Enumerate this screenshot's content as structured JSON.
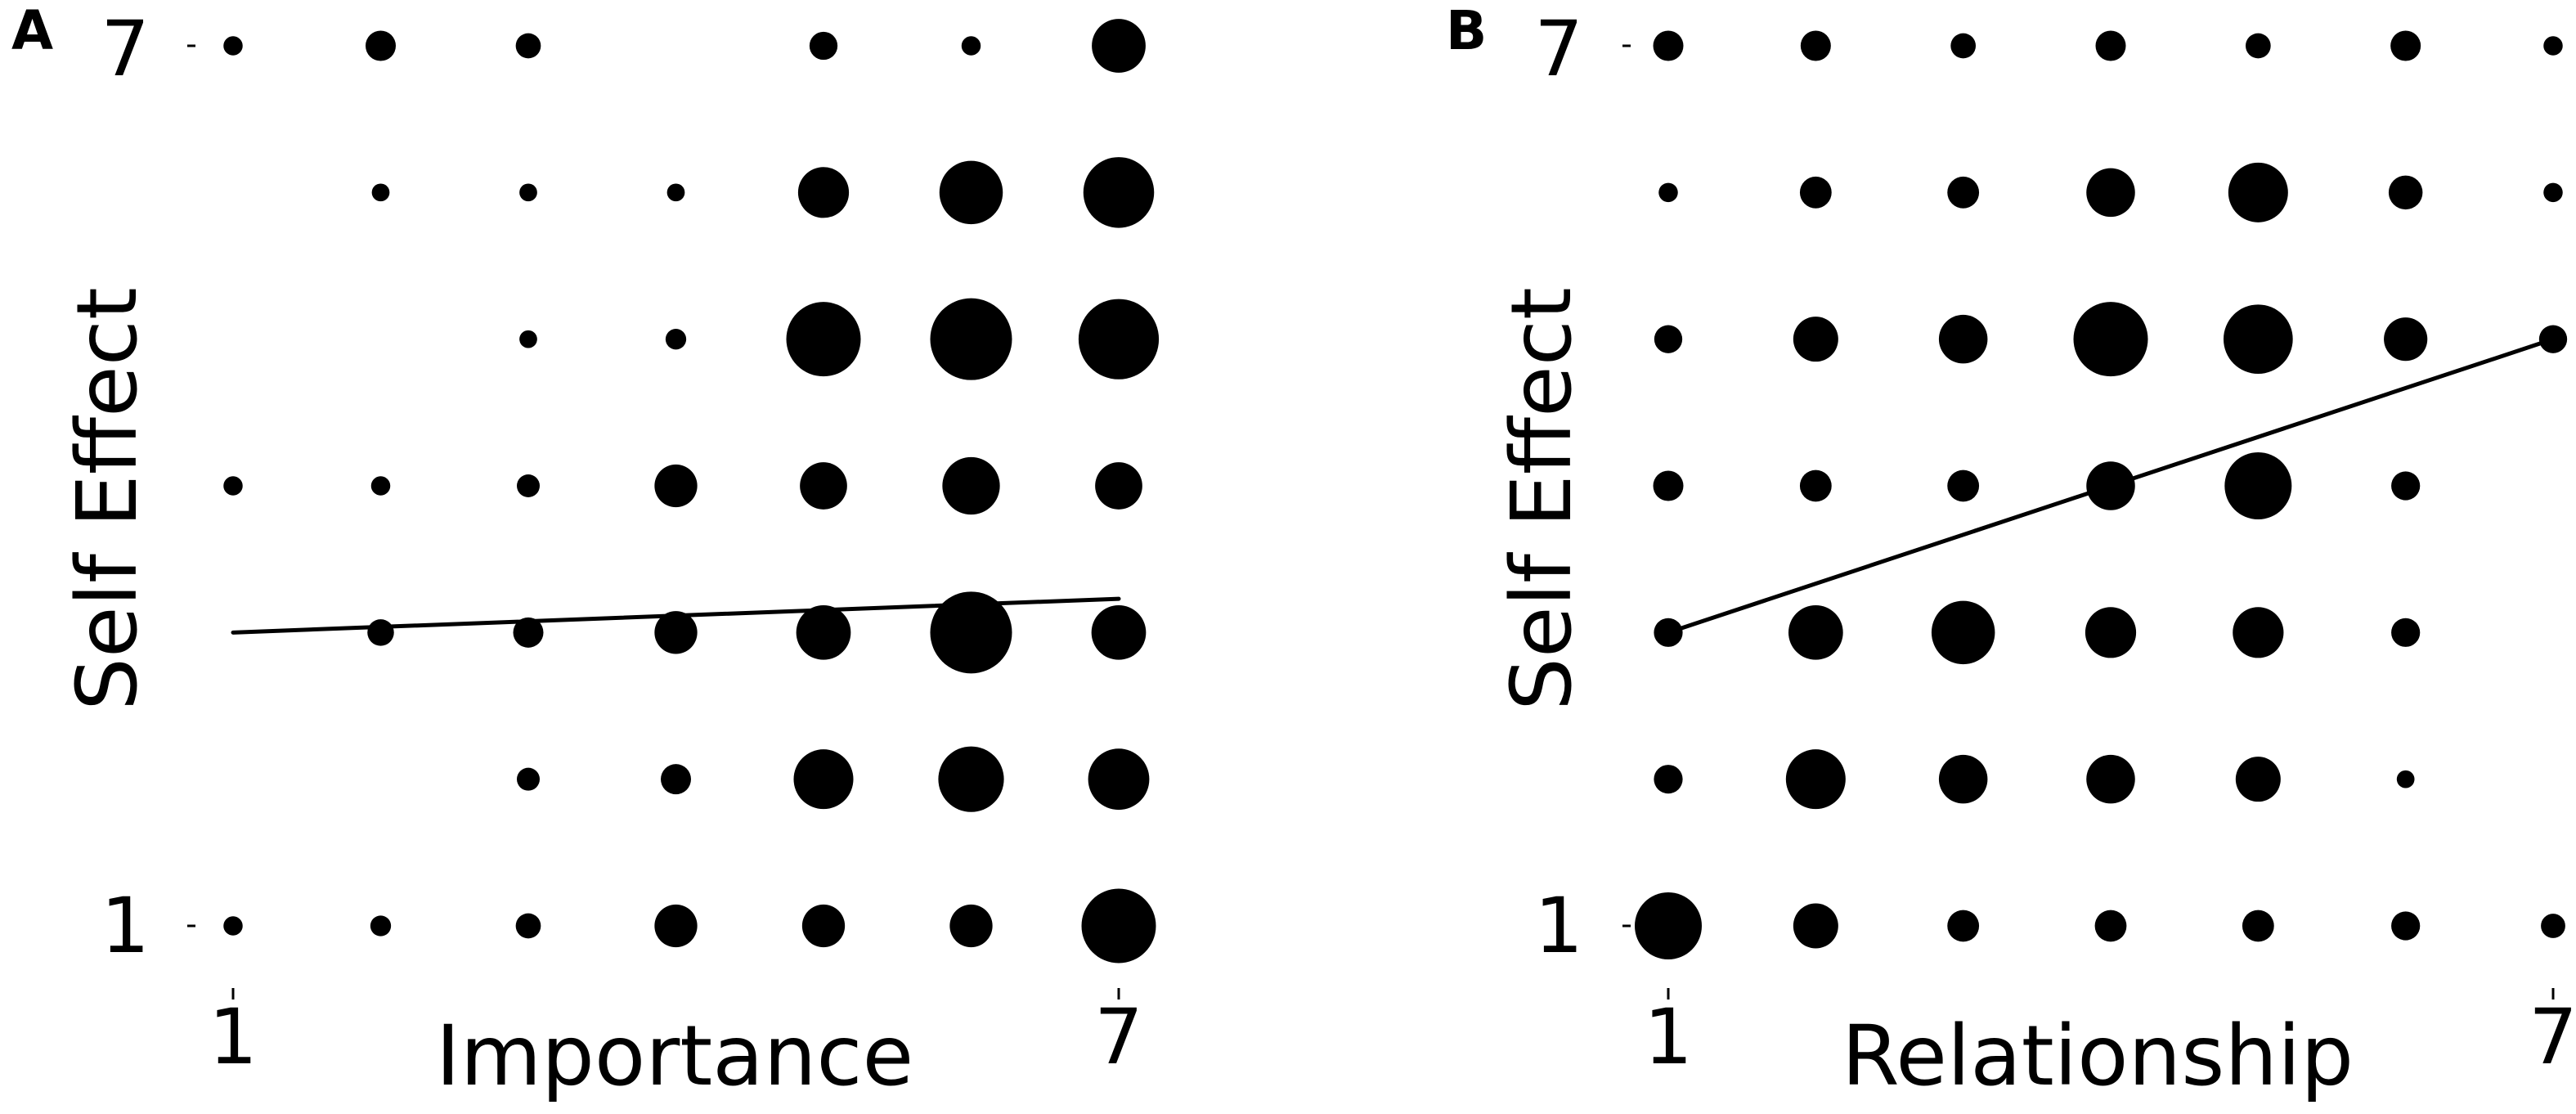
{
  "colors": {
    "marks": "#000000",
    "background": "#ffffff"
  },
  "chart_data": [
    {
      "type": "scatter",
      "panel": "A",
      "xlabel": "Importance",
      "ylabel": "Self Effect",
      "xlim": [
        1,
        7
      ],
      "ylim": [
        1,
        7
      ],
      "x_ticks": [
        "1",
        "7"
      ],
      "y_ticks": [
        "1",
        "7"
      ],
      "grid": false,
      "encoding": "bubble area proportional to count of responses at each rating pair (relative size 0–1)",
      "points": [
        {
          "x": 1,
          "y": 7,
          "size": 0.15
        },
        {
          "x": 2,
          "y": 7,
          "size": 0.3
        },
        {
          "x": 3,
          "y": 7,
          "size": 0.23
        },
        {
          "x": 5,
          "y": 7,
          "size": 0.27
        },
        {
          "x": 6,
          "y": 7,
          "size": 0.15
        },
        {
          "x": 7,
          "y": 7,
          "size": 0.62
        },
        {
          "x": 2,
          "y": 6,
          "size": 0.13
        },
        {
          "x": 3,
          "y": 6,
          "size": 0.13
        },
        {
          "x": 4,
          "y": 6,
          "size": 0.13
        },
        {
          "x": 5,
          "y": 6,
          "size": 0.58
        },
        {
          "x": 6,
          "y": 6,
          "size": 0.75
        },
        {
          "x": 7,
          "y": 6,
          "size": 0.85
        },
        {
          "x": 3,
          "y": 5,
          "size": 0.13
        },
        {
          "x": 4,
          "y": 5,
          "size": 0.17
        },
        {
          "x": 5,
          "y": 5,
          "size": 0.9
        },
        {
          "x": 6,
          "y": 5,
          "size": 1.0
        },
        {
          "x": 7,
          "y": 5,
          "size": 0.98
        },
        {
          "x": 1,
          "y": 4,
          "size": 0.15
        },
        {
          "x": 2,
          "y": 4,
          "size": 0.15
        },
        {
          "x": 3,
          "y": 4,
          "size": 0.2
        },
        {
          "x": 4,
          "y": 4,
          "size": 0.47
        },
        {
          "x": 5,
          "y": 4,
          "size": 0.53
        },
        {
          "x": 6,
          "y": 4,
          "size": 0.67
        },
        {
          "x": 7,
          "y": 4,
          "size": 0.53
        },
        {
          "x": 2,
          "y": 3,
          "size": 0.25
        },
        {
          "x": 3,
          "y": 3,
          "size": 0.3
        },
        {
          "x": 4,
          "y": 3,
          "size": 0.47
        },
        {
          "x": 5,
          "y": 3,
          "size": 0.63
        },
        {
          "x": 6,
          "y": 3,
          "size": 1.0
        },
        {
          "x": 7,
          "y": 3,
          "size": 0.63
        },
        {
          "x": 3,
          "y": 2,
          "size": 0.2
        },
        {
          "x": 4,
          "y": 2,
          "size": 0.3
        },
        {
          "x": 5,
          "y": 2,
          "size": 0.7
        },
        {
          "x": 6,
          "y": 2,
          "size": 0.78
        },
        {
          "x": 7,
          "y": 2,
          "size": 0.72
        },
        {
          "x": 1,
          "y": 1,
          "size": 0.15
        },
        {
          "x": 2,
          "y": 1,
          "size": 0.17
        },
        {
          "x": 3,
          "y": 1,
          "size": 0.23
        },
        {
          "x": 4,
          "y": 1,
          "size": 0.47
        },
        {
          "x": 5,
          "y": 1,
          "size": 0.47
        },
        {
          "x": 6,
          "y": 1,
          "size": 0.47
        },
        {
          "x": 7,
          "y": 1,
          "size": 0.9
        }
      ],
      "fit_line": {
        "x": [
          1,
          7
        ],
        "y": [
          3.0,
          3.23
        ]
      }
    },
    {
      "type": "scatter",
      "panel": "B",
      "xlabel": "Relationship",
      "ylabel": "Self Effect",
      "xlim": [
        1,
        7
      ],
      "ylim": [
        1,
        7
      ],
      "x_ticks": [
        "1",
        "7"
      ],
      "y_ticks": [
        "1",
        "7"
      ],
      "grid": false,
      "encoding": "bubble area proportional to count of responses at each rating pair (relative size 0–1)",
      "points": [
        {
          "x": 1,
          "y": 7,
          "size": 0.3
        },
        {
          "x": 2,
          "y": 7,
          "size": 0.3
        },
        {
          "x": 3,
          "y": 7,
          "size": 0.23
        },
        {
          "x": 4,
          "y": 7,
          "size": 0.3
        },
        {
          "x": 5,
          "y": 7,
          "size": 0.23
        },
        {
          "x": 6,
          "y": 7,
          "size": 0.3
        },
        {
          "x": 7,
          "y": 7,
          "size": 0.15
        },
        {
          "x": 1,
          "y": 6,
          "size": 0.15
        },
        {
          "x": 2,
          "y": 6,
          "size": 0.32
        },
        {
          "x": 3,
          "y": 6,
          "size": 0.32
        },
        {
          "x": 4,
          "y": 6,
          "size": 0.55
        },
        {
          "x": 5,
          "y": 6,
          "size": 0.7
        },
        {
          "x": 6,
          "y": 6,
          "size": 0.35
        },
        {
          "x": 7,
          "y": 6,
          "size": 0.15
        },
        {
          "x": 1,
          "y": 5,
          "size": 0.27
        },
        {
          "x": 2,
          "y": 5,
          "size": 0.5
        },
        {
          "x": 3,
          "y": 5,
          "size": 0.55
        },
        {
          "x": 4,
          "y": 5,
          "size": 0.9
        },
        {
          "x": 5,
          "y": 5,
          "size": 0.83
        },
        {
          "x": 6,
          "y": 5,
          "size": 0.48
        },
        {
          "x": 7,
          "y": 5,
          "size": 0.27
        },
        {
          "x": 1,
          "y": 4,
          "size": 0.3
        },
        {
          "x": 2,
          "y": 4,
          "size": 0.32
        },
        {
          "x": 3,
          "y": 4,
          "size": 0.32
        },
        {
          "x": 4,
          "y": 4,
          "size": 0.55
        },
        {
          "x": 5,
          "y": 4,
          "size": 0.8
        },
        {
          "x": 6,
          "y": 4,
          "size": 0.28
        },
        {
          "x": 1,
          "y": 3,
          "size": 0.28
        },
        {
          "x": 2,
          "y": 3,
          "size": 0.63
        },
        {
          "x": 3,
          "y": 3,
          "size": 0.75
        },
        {
          "x": 4,
          "y": 3,
          "size": 0.58
        },
        {
          "x": 5,
          "y": 3,
          "size": 0.58
        },
        {
          "x": 6,
          "y": 3,
          "size": 0.28
        },
        {
          "x": 1,
          "y": 2,
          "size": 0.28
        },
        {
          "x": 2,
          "y": 2,
          "size": 0.7
        },
        {
          "x": 3,
          "y": 2,
          "size": 0.55
        },
        {
          "x": 4,
          "y": 2,
          "size": 0.55
        },
        {
          "x": 5,
          "y": 2,
          "size": 0.5
        },
        {
          "x": 6,
          "y": 2,
          "size": 0.13
        },
        {
          "x": 1,
          "y": 1,
          "size": 0.8
        },
        {
          "x": 2,
          "y": 1,
          "size": 0.5
        },
        {
          "x": 3,
          "y": 1,
          "size": 0.32
        },
        {
          "x": 4,
          "y": 1,
          "size": 0.32
        },
        {
          "x": 5,
          "y": 1,
          "size": 0.32
        },
        {
          "x": 6,
          "y": 1,
          "size": 0.28
        },
        {
          "x": 7,
          "y": 1,
          "size": 0.22
        }
      ],
      "fit_line": {
        "x": [
          1,
          7
        ],
        "y": [
          3.0,
          5.0
        ]
      }
    }
  ]
}
